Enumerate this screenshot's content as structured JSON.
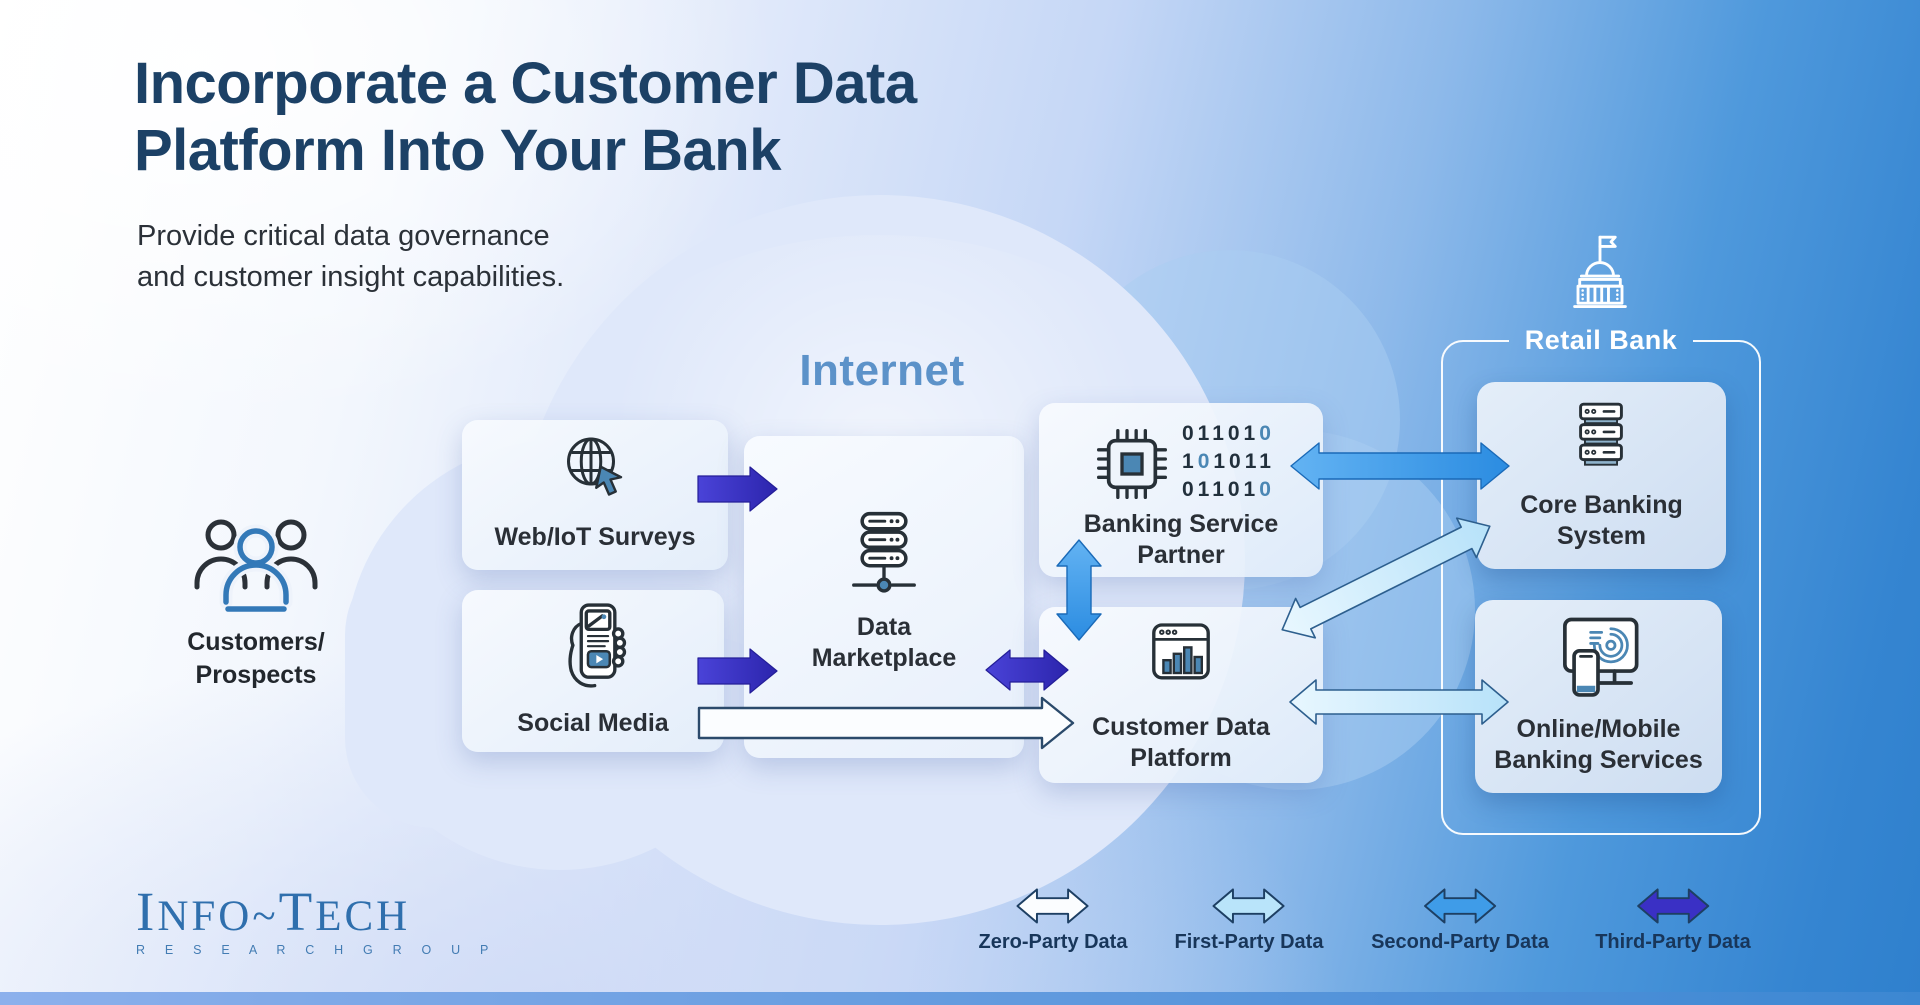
{
  "header": {
    "title_line1": "Incorporate a Customer Data",
    "title_line2": "Platform Into Your Bank",
    "subtitle_line1": "Provide critical data governance",
    "subtitle_line2": "and customer insight capabilities."
  },
  "diagram": {
    "internet_label": "Internet",
    "customers": {
      "label_line1": "Customers/",
      "label_line2": "Prospects"
    },
    "boxes": {
      "web_iot": {
        "label": "Web/IoT Surveys"
      },
      "social": {
        "label": "Social Media"
      },
      "marketplace": {
        "label_line1": "Data",
        "label_line2": "Marketplace"
      },
      "banking_partner": {
        "label_line1": "Banking Service",
        "label_line2": "Partner",
        "bin1_dark": "01101",
        "bin1_blue": "0",
        "bin2_a": "1",
        "bin2_blue": "0",
        "bin2_b": "1011",
        "bin3_dark": "01101",
        "bin3_blue": "0"
      },
      "cdp": {
        "label_line1": "Customer Data",
        "label_line2": "Platform"
      },
      "retail_bank": {
        "label": "Retail Bank"
      },
      "core_banking": {
        "label_line1": "Core Banking",
        "label_line2": "System"
      },
      "online_mobile": {
        "label_line1": "Online/Mobile",
        "label_line2": "Banking Services"
      }
    }
  },
  "arrow_colors": {
    "zero": "#fbfdff",
    "first_a": "#e8f7ff",
    "first_b": "#b7e2f9",
    "second_a": "#63b3f3",
    "second_b": "#2b8ce1",
    "third_a": "#4a43d8",
    "third_b": "#2c25ad"
  },
  "legend": {
    "items": [
      {
        "label": "Zero-Party Data",
        "color": "#fbfdff"
      },
      {
        "label": "First-Party Data",
        "color": "#b9e4fa"
      },
      {
        "label": "Second-Party Data",
        "color": "#3f9ce8"
      },
      {
        "label": "Third-Party Data",
        "color": "#3a30c5"
      }
    ]
  },
  "logo": {
    "p1": "I",
    "p2": "NFO",
    "tilde": "~",
    "p3": "T",
    "p4": "ECH",
    "subtext": "R E S E A R C H   G R O U P"
  }
}
